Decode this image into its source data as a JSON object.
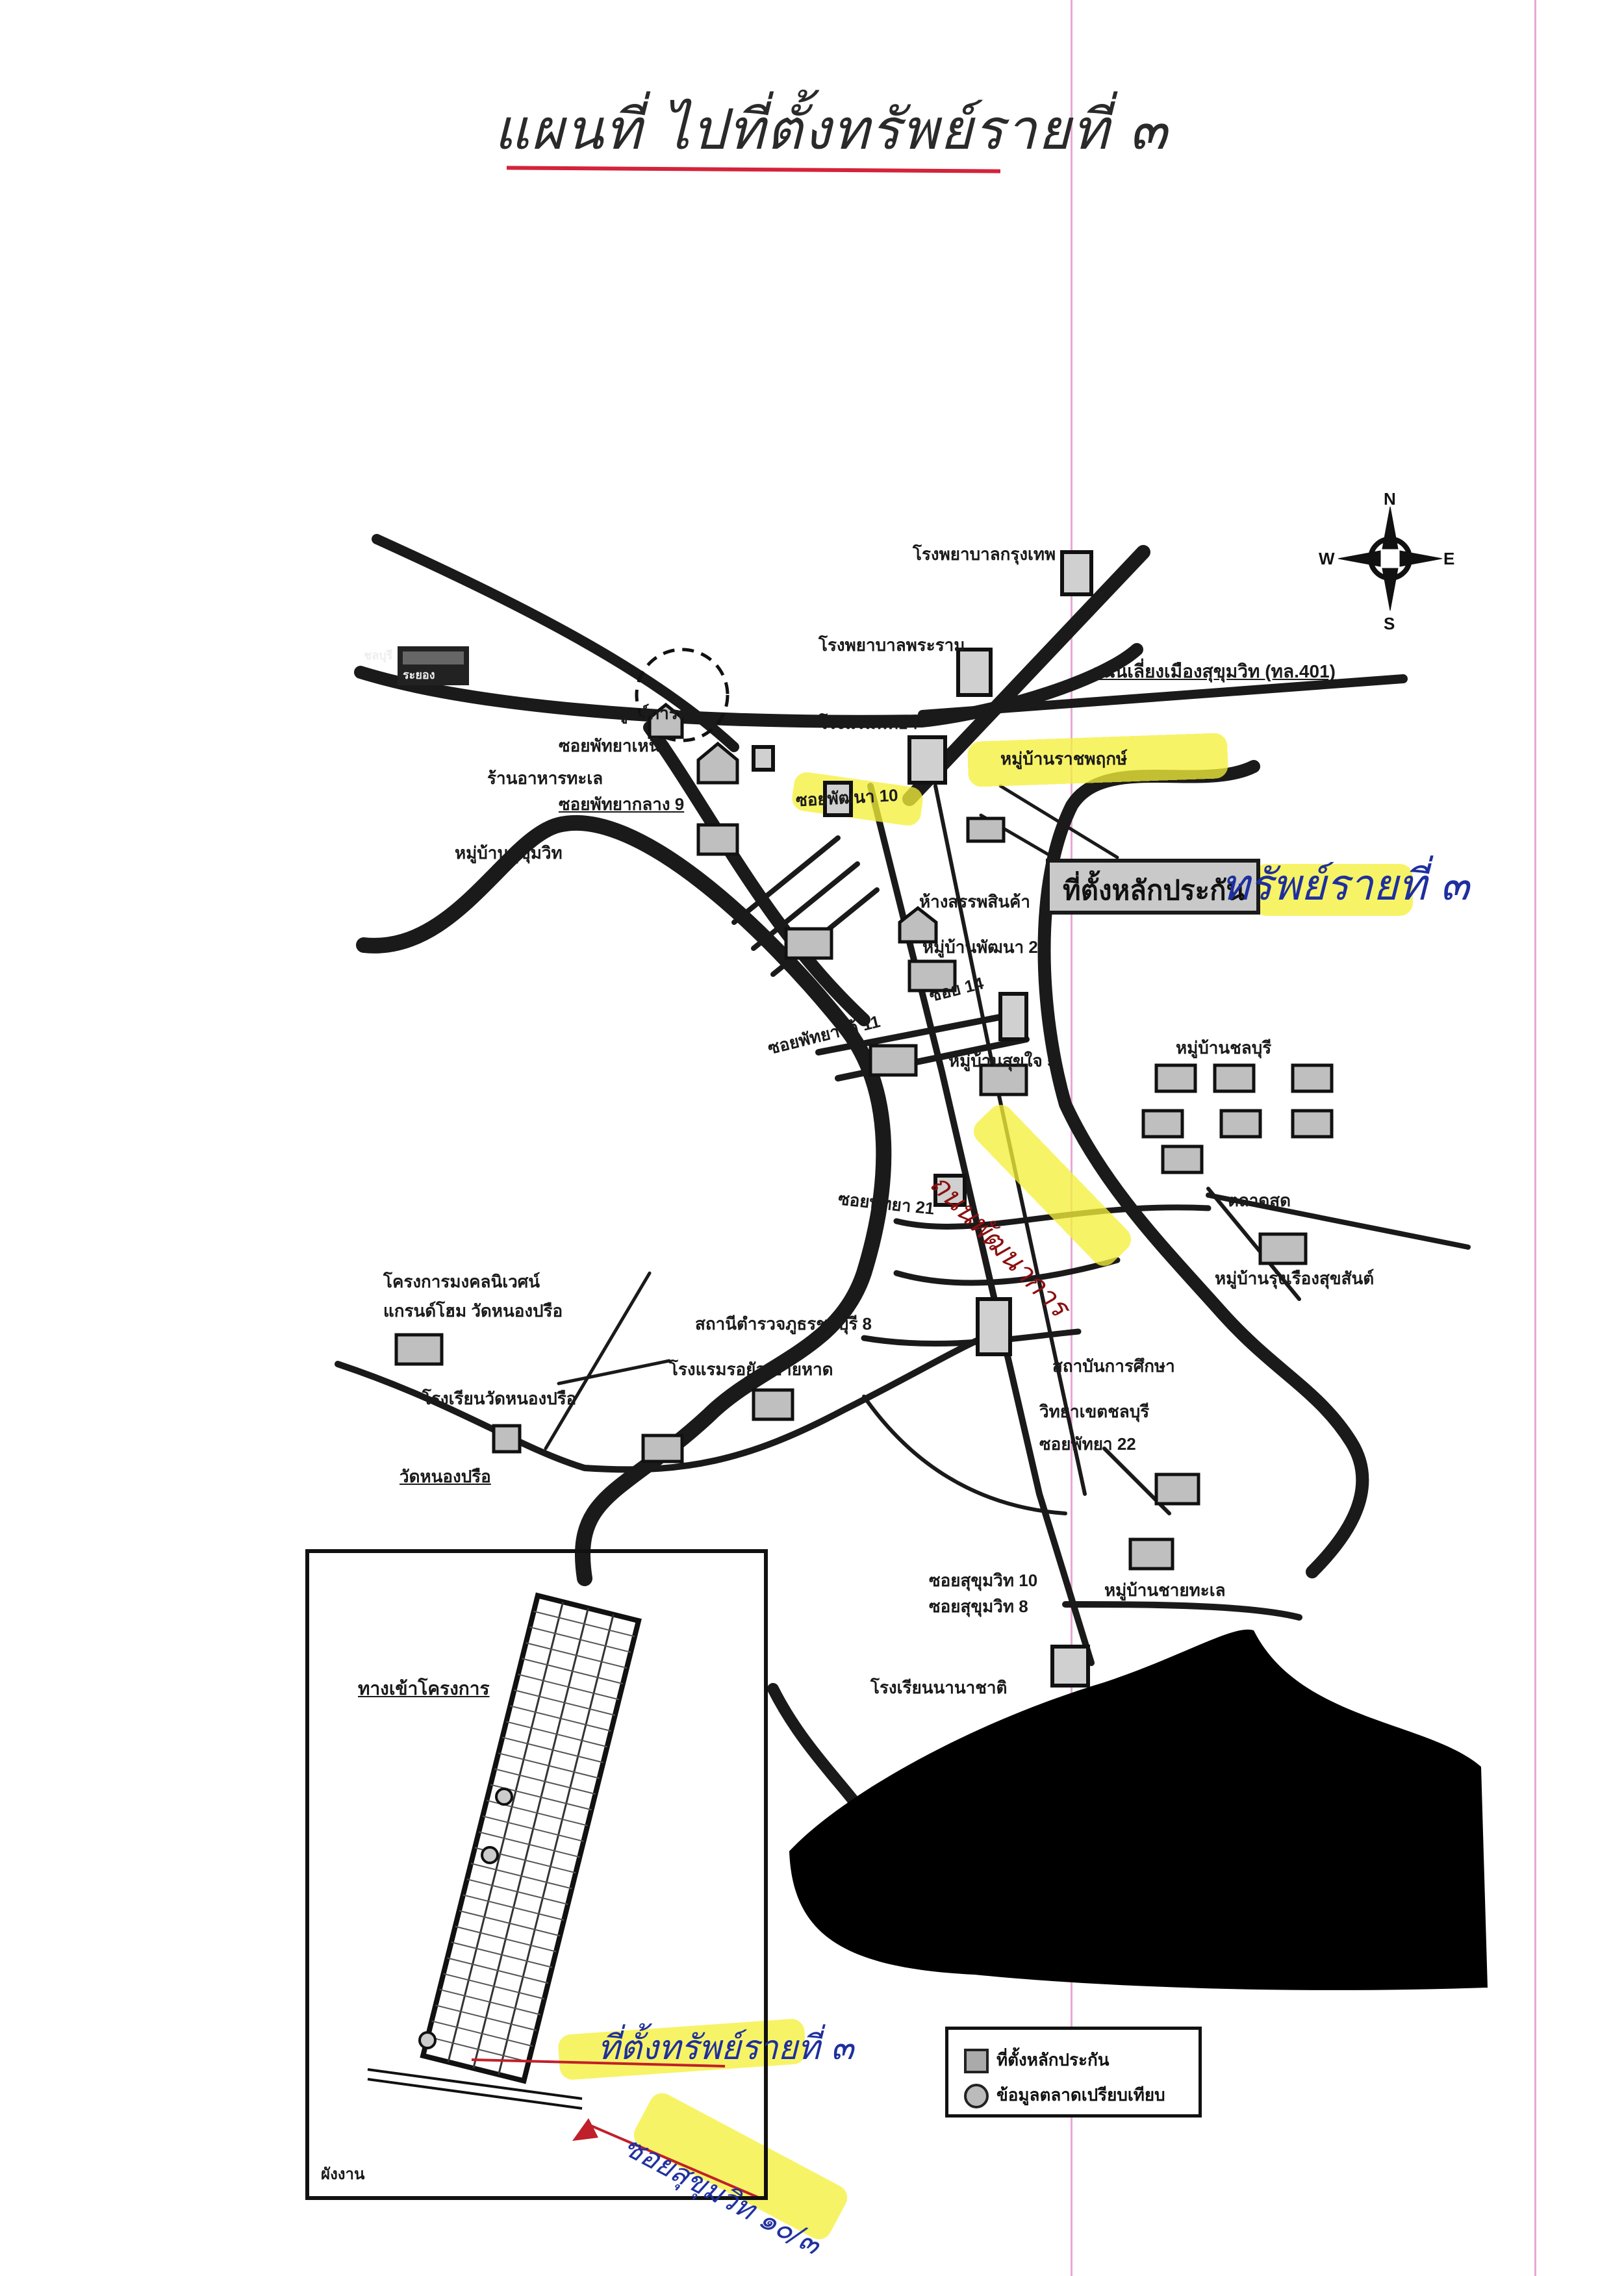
{
  "title": "แผนที่ ไปที่ตั้งทรัพย์รายที่ ๓",
  "compass": {
    "n": "N",
    "s": "S",
    "e": "E",
    "w": "W"
  },
  "highlights": {
    "main_box": "ที่ตั้งหลักประกัน",
    "main_handwritten": "ทรัพย์รายที่ ๓",
    "street_handwritten": "ถนนพัฒนาการ",
    "inset_handwritten": "ที่ตั้งทรัพย์รายที่ ๓",
    "soi_handwritten": "ซอยสุขุมวิท ๑๐/๓"
  },
  "labels": {
    "hospital1": "โรงพยาบาลกรุงเทพ",
    "hospital2": "โรงพยาบาลพระราม",
    "hospital3": "โรงแรมพัทยา",
    "highway": "ถนนเลี่ยงเมืองสุขุมวิท (ทล.401)",
    "village_top": "หมู่บ้านราชพฤกษ์",
    "soi_top": "ซอยพัทยาเหนือ",
    "restaurant": "ร้านอาหารทะเล",
    "soi9": "ซอยพัทยากลาง 9",
    "village2": "หมู่บ้านสุขุมวิท",
    "soi10": "ซอยพัฒนา 10",
    "mall": "ห้างสรรพสินค้า",
    "village3": "หมู่บ้านพัฒนา 2",
    "soi11": "ซอยพัทยาใต้ 11",
    "soi14": "ซอย 14",
    "village4": "หมู่บ้านสุขใจ 5",
    "village5": "หมู่บ้านชลบุรี",
    "market": "ตลาดสด",
    "soi21": "ซอยพัทยา 21",
    "village6": "หมู่บ้านรุ่งเรืองสุขสันต์",
    "project": "โครงการมงคลนิเวศน์",
    "temple_school": "แกรนด์โฮม วัดหนองปรือ",
    "police": "สถานีตำรวจภูธรชลบุรี 8",
    "hotel": "โรงแรมรอยัล ชายหาด",
    "school": "โรงเรียนวัดหนองปรือ",
    "shop": "ศูนย์การค้า",
    "temple": "วัดหนองปรือ",
    "university": "สถาบันการศึกษา",
    "campus": "วิทยาเขตชลบุรี",
    "soi22": "ซอยพัทยา 22",
    "soi_bottom1": "ซอยสุขุมวิท 10",
    "soi_bottom2": "ซอยสุขุมวิท 8",
    "village_bottom": "หมู่บ้านชายทะเล",
    "hospital_bottom": "โรงเรียนนานาชาติ",
    "inset_title": "ทางเข้าโครงการ",
    "inset_note": "ผังงาน",
    "sign_left": "ชลบุรี",
    "sign_left2": "ระยอง"
  },
  "legend": {
    "item1": "ที่ตั้งหลักประกัน",
    "item2": "ข้อมูลตลาดเปรียบเทียบ"
  },
  "colors": {
    "highlight": "#f5f03c",
    "hand_ink": "#1e2f9e",
    "underline": "#d4233a",
    "sea": "#000000"
  }
}
